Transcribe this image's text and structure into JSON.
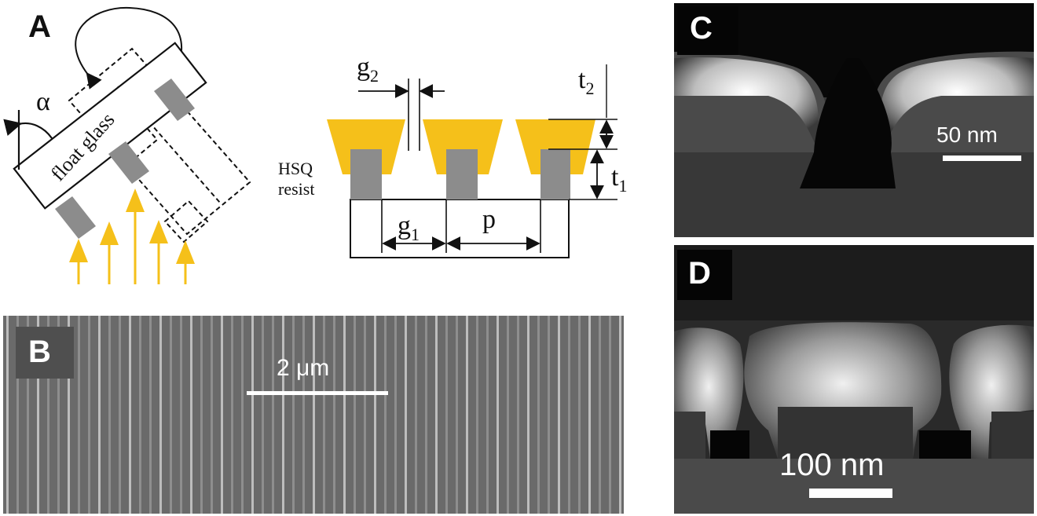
{
  "panels": {
    "a": {
      "letter": "A",
      "angle_symbol": "α",
      "substrate_label": "float glass",
      "resist_label_line1": "HSQ",
      "resist_label_line2": "resist",
      "dim_g2": "g",
      "dim_g2_sub": "2",
      "dim_g1": "g",
      "dim_g1_sub": "1",
      "dim_p": "p",
      "dim_t1": "t",
      "dim_t1_sub": "1",
      "dim_t2": "t",
      "dim_t2_sub": "2"
    },
    "b": {
      "letter": "B",
      "scale_label": "2 μm"
    },
    "c": {
      "letter": "C",
      "scale_label": "50 nm"
    },
    "d": {
      "letter": "D",
      "scale_label": "100 nm"
    }
  },
  "colors": {
    "gold": "#f5c01a",
    "resist_gray": "#8c8c8c",
    "sem_background": "#080808",
    "sem_b_background": "#6a6a6a"
  }
}
